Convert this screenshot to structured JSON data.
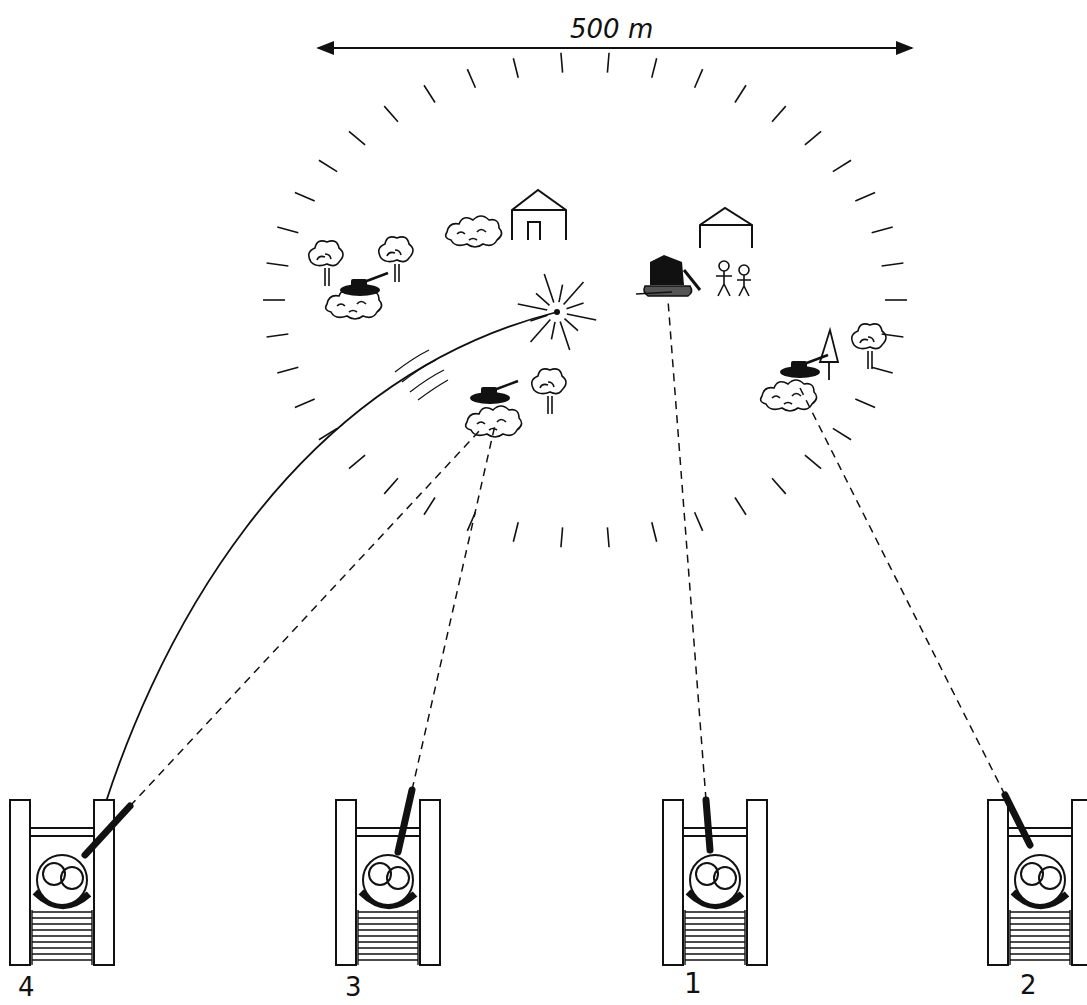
{
  "diagram": {
    "labels": [
      "500 m",
      "4",
      "3",
      "1",
      "2"
    ]
  }
}
